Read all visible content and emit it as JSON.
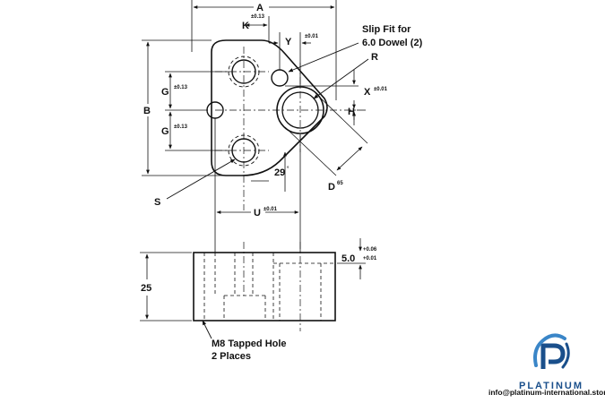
{
  "drawing": {
    "dimension_A": "A",
    "dimension_B": "B",
    "dimension_K": "K",
    "tolerance_K": "±0.13",
    "dimension_Y": "Y",
    "tolerance_Y": "±0.01",
    "dimension_X": "X",
    "tolerance_X": "±0.01",
    "dimension_G_top": "G",
    "tolerance_G_top": "±0.13",
    "dimension_G_bottom": "G",
    "tolerance_G_bottom": "±0.13",
    "dimension_H": "H",
    "dimension_R": "R",
    "dimension_D": "D",
    "tolerance_D": "65",
    "dimension_S": "S",
    "dimension_U": "U",
    "tolerance_U": "±0.01",
    "angle_value": "29",
    "angle_symbol": "°",
    "slip_fit_line1": "Slip Fit for",
    "slip_fit_line2": "6.0 Dowel (2)",
    "height_value": "25",
    "depth_value": "5.0",
    "depth_tol_plus": "+0.06",
    "depth_tol_minus": "+0.01",
    "tapped_hole_line1": "M8 Tapped Hole",
    "tapped_hole_line2": "2 Places"
  },
  "branding": {
    "logo_icon": "platinum-p-logo",
    "name": "PLATINUM",
    "email": "info@platinum-international.store",
    "brand_color": "#1a4f8b",
    "accent_color": "#3a86c8"
  }
}
